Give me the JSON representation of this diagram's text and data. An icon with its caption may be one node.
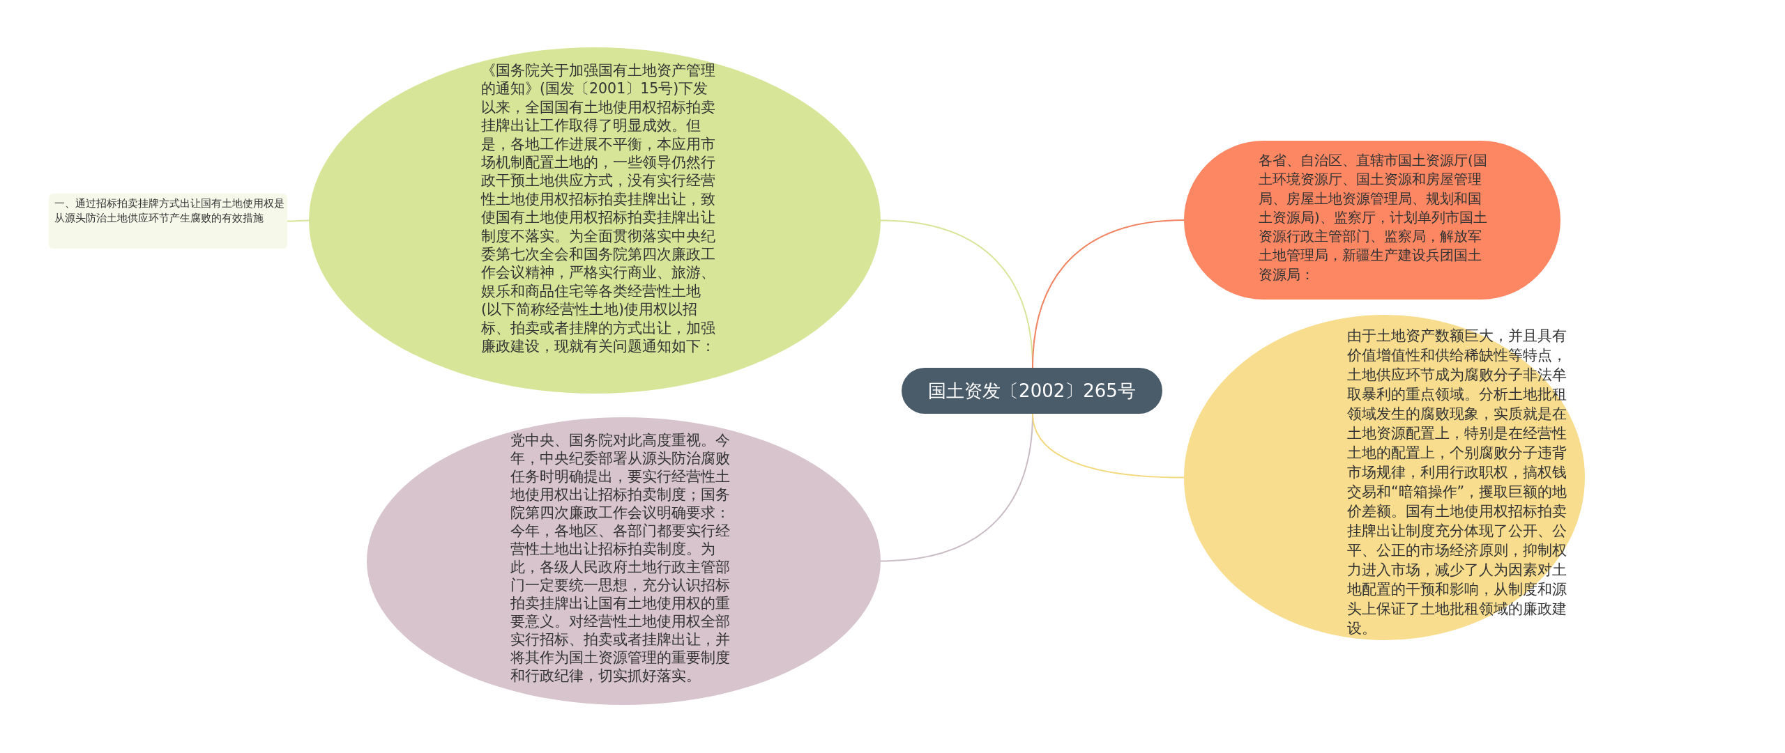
{
  "diagram": {
    "nodes": [
      {
        "text": [
          "国土资发〔2002〕265号"
        ]
      },
      {
        "text": [
          "《国务院关于加强国有土地资产管理的通知》(国发〔2001〕15号)下发以来，全国国有土地使用权招标拍卖挂牌出让工作取得了明显成效。但是，各地工作进展不平衡，本应用市场机制配置土地的，一些领导仍然行政干预土地供应方式，没有实行经营性土地使用权招标拍卖挂牌出让，致使国有土地使用权招标拍卖挂牌出让制度不落实。为全面贯彻落实中央纪委第七次全会和国务院第四次廉政工作会议精神，严格实行商业、旅游、娱乐和商品住宅等各类经营性土地(以下简称经营性土地)使用权以招标、拍卖或者挂牌的方式出让，加强廉政建设，现就有关问题通知如下："
        ]
      },
      {
        "text": [
          "一、通过招标拍卖挂牌方式出让国有土地使用权是从源头防治土地供应环节产生腐败的有效措施"
        ]
      },
      {
        "text": [
          "党中央、国务院对此高度重视。今年，中央纪委部署从源头防治腐败任务时明确提出，要实行经营性土地使用权出让招标拍卖制度；国务院第四次廉政工作会议明确要求：今年，各地区、各部门都要实行经营性土地出让招标拍卖制度。为此，各级人民政府土地行政主管部门一定要统一思想，充分认识招标拍卖挂牌出让国有土地使用权的重要意义。对经营性土地使用权全部实行招标、拍卖或者挂牌出让，并将其作为国土资源管理的重要制度和行政纪律，切实抓好落实。"
        ]
      },
      {
        "text": [
          "各省、自治区、直辖市国土资源厅(国土环境资源厅、国土资源和房屋管理局、房屋土地资源管理局、规划和国土资源局)、监察厅，计划单列市国土资源行政主管部门、监察局，解放军土地管理局，新疆生产建设兵团国土资源局："
        ]
      },
      {
        "text": [
          "由于土地资产数额巨大，并且具有价值增值性和供给稀缺性等特点，土地供应环节成为腐败分子非法牟取暴利的重点领域。分析土地批租领域发生的腐败现象，实质就是在土地资源配置上，特别是在经营性土地的配置上，个别腐败分子违背市场规律，利用行政职权，搞权钱交易和“暗箱操作”，攫取巨额的地价差额。国有土地使用权招标拍卖挂牌出让制度充分体现了公开、公平、公正的市场经济原则，抑制权力进入市场，减少了人为因素对土地配置的干预和影响，从制度和源头上保证了土地批租领域的廉政建设。"
        ]
      }
    ],
    "edges": [
      {
        "from": 0,
        "to": 1,
        "arrow": "none",
        "color": "#d6e59a"
      },
      {
        "from": 0,
        "to": 3,
        "arrow": "none",
        "color": "#c9bcc4"
      },
      {
        "from": 0,
        "to": 4,
        "arrow": "none",
        "color": "#f08462"
      },
      {
        "from": 0,
        "to": 5,
        "arrow": "none",
        "color": "#f2d97e"
      },
      {
        "from": 1,
        "to": 2,
        "arrow": "none",
        "color": "#d6e59a"
      }
    ]
  }
}
